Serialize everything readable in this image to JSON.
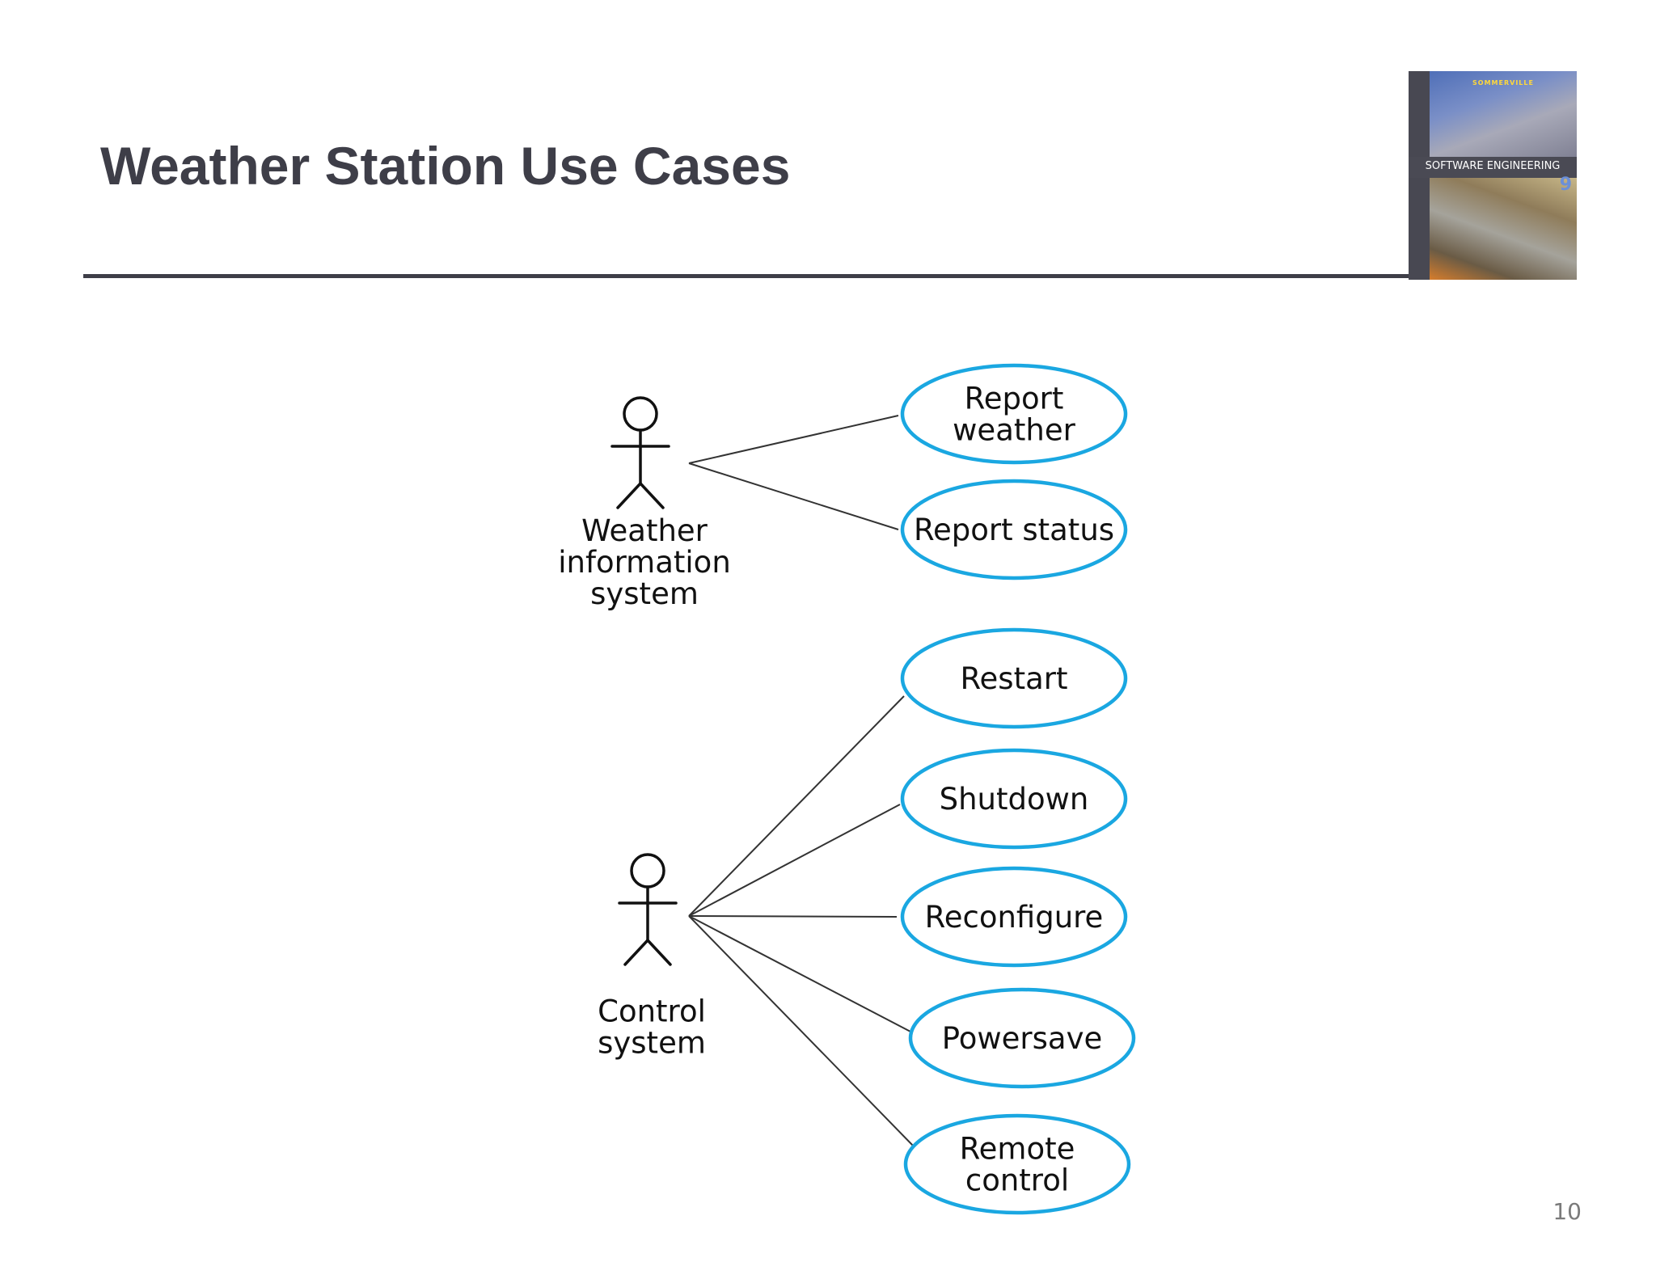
{
  "slide": {
    "title": "Weather Station Use Cases",
    "page_number": "10"
  },
  "book_cover": {
    "author": "SOMMERVILLE",
    "title": "SOFTWARE ENGINEERING",
    "edition": "9"
  },
  "diagram": {
    "ellipse_stroke_color": "#1aa7e1",
    "line_color": "#333333",
    "actors": [
      {
        "id": "wis",
        "label_lines": [
          "Weather",
          "information",
          "system"
        ]
      },
      {
        "id": "cs",
        "label_lines": [
          "Control",
          "system"
        ]
      }
    ],
    "use_cases": [
      {
        "actor": "wis",
        "label_lines": [
          "Report",
          "weather"
        ]
      },
      {
        "actor": "wis",
        "label_lines": [
          "Report status"
        ]
      },
      {
        "actor": "cs",
        "label_lines": [
          "Restart"
        ]
      },
      {
        "actor": "cs",
        "label_lines": [
          "Shutdown"
        ]
      },
      {
        "actor": "cs",
        "label_lines": [
          "Reconfigure"
        ]
      },
      {
        "actor": "cs",
        "label_lines": [
          "Powersave"
        ]
      },
      {
        "actor": "cs",
        "label_lines": [
          "Remote",
          "control"
        ]
      }
    ]
  }
}
